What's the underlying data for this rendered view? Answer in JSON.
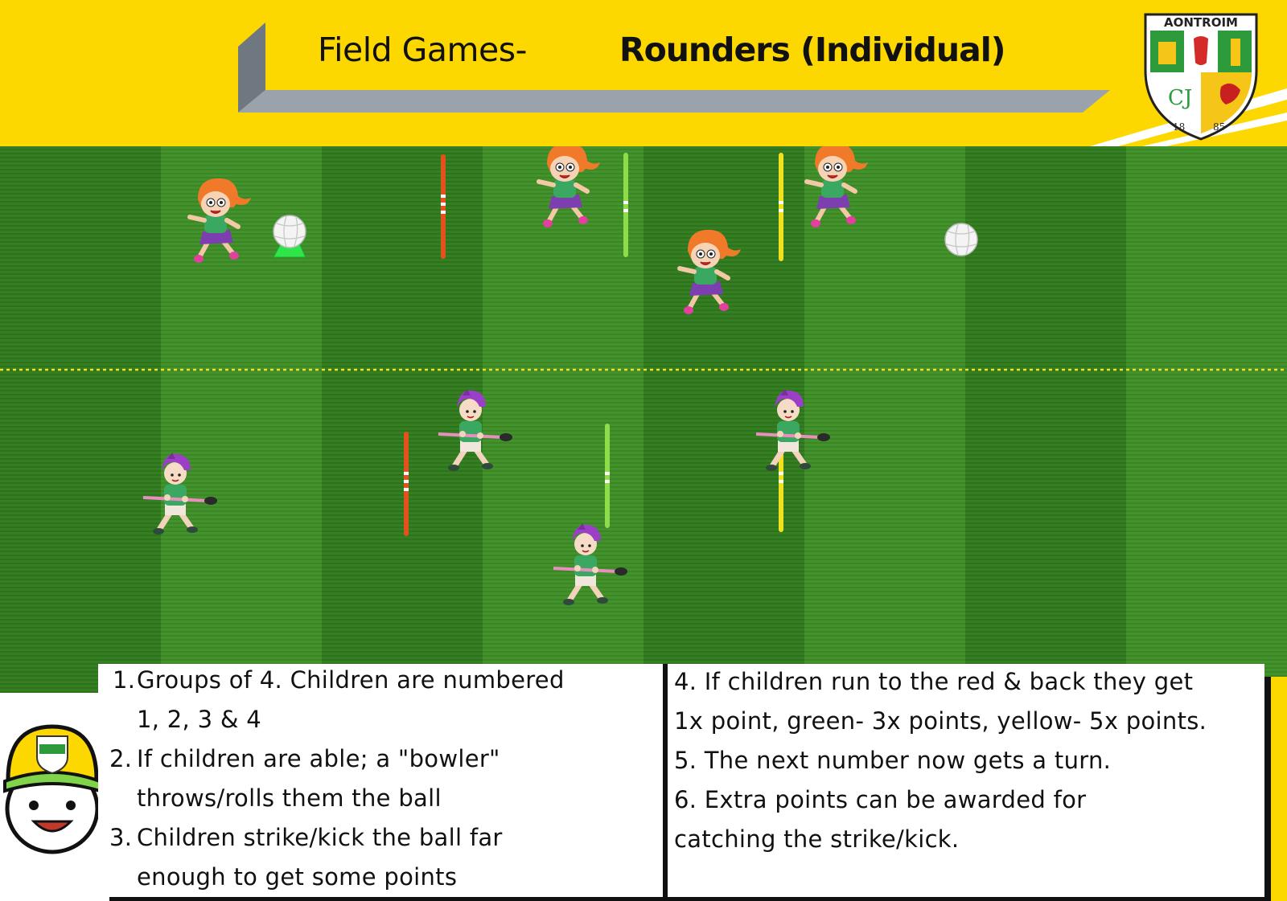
{
  "header": {
    "title_left": "Field Games-",
    "title_right": "Rounders (Individual)",
    "crest_text": "AONTROIM",
    "crest_year_left": "18",
    "crest_year_right": "85",
    "crest_monogram": "CJ"
  },
  "instructions": {
    "steps_left": [
      {
        "num": "1.",
        "lines": [
          "Groups of 4. Children are numbered",
          "1, 2, 3 & 4"
        ]
      },
      {
        "num": "2.",
        "lines": [
          "If children are able; a \"bowler\"",
          "throws/rolls them the ball"
        ]
      },
      {
        "num": "3.",
        "lines": [
          "Children strike/kick the ball far",
          "enough to get some points"
        ]
      }
    ],
    "steps_right": [
      "4. If children run to the red & back they get",
      "1x point, green- 3x points, yellow- 5x points.",
      "5. The next number now gets a turn.",
      "6. Extra points can be awarded for",
      "catching the strike/kick."
    ]
  },
  "colors": {
    "header_yellow": "#fdd700",
    "banner_grey": "#9aa3ab",
    "field_dark": "#2f7a1c",
    "field_light": "#3e8f26",
    "pole_red": "#e5511d",
    "pole_green": "#8edc4a",
    "pole_yellow": "#f1e01c",
    "cone_green": "#2ee54a",
    "jersey_green": "#3aa860",
    "helmet_purple": "#9b3fc6",
    "hair_orange": "#f07a2a"
  },
  "icons": {
    "crest": "county-crest-icon",
    "mascot": "mascot-cap-icon",
    "ball": "football-icon",
    "cone": "cone-icon",
    "pole": "marker-pole-icon",
    "fielder": "fielder-girl-icon",
    "batter": "batter-boy-icon"
  }
}
